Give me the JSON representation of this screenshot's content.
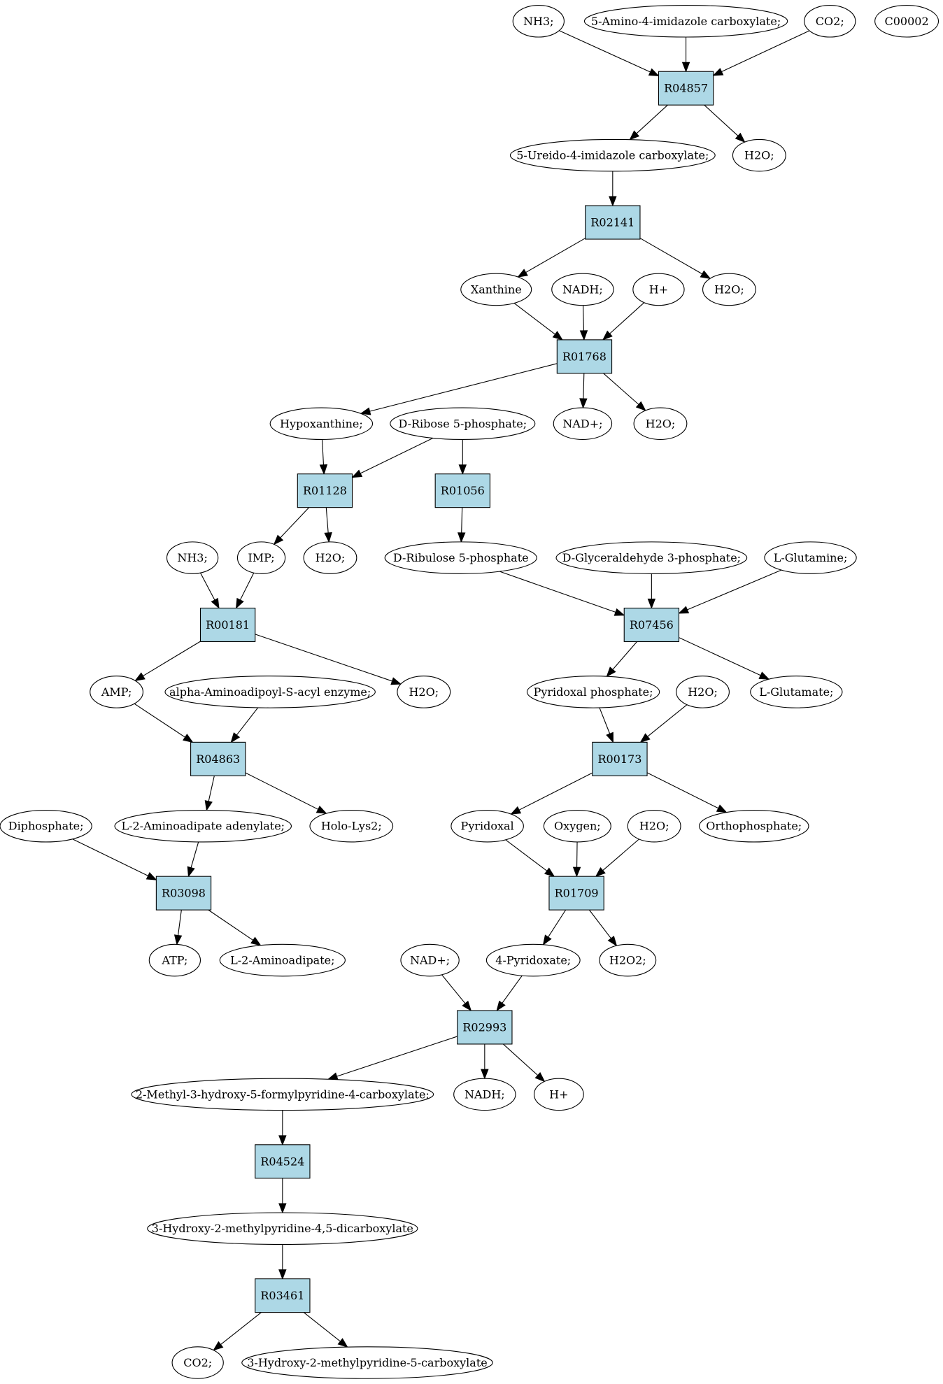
{
  "colors": {
    "reaction": "#add8e6",
    "compound": "#ffffff",
    "source_compound": "#00ff00",
    "query_compound": "#ffff00"
  },
  "nodes": [
    {
      "id": "nh3_a",
      "kind": "compound",
      "label": "NH3;"
    },
    {
      "id": "amino_imid",
      "kind": "compound",
      "label": "5-Amino-4-imidazole carboxylate;"
    },
    {
      "id": "co2_a",
      "kind": "compound",
      "label": "CO2;"
    },
    {
      "id": "c00002",
      "kind": "compound",
      "label": "C00002",
      "color": "#ffff00"
    },
    {
      "id": "r04857",
      "kind": "reaction",
      "label": "R04857"
    },
    {
      "id": "ureido",
      "kind": "compound",
      "label": "5-Ureido-4-imidazole carboxylate;"
    },
    {
      "id": "h2o_a",
      "kind": "compound",
      "label": "H2O;"
    },
    {
      "id": "r02141",
      "kind": "reaction",
      "label": "R02141"
    },
    {
      "id": "xanthine",
      "kind": "compound",
      "label": "Xanthine"
    },
    {
      "id": "nadh_a",
      "kind": "compound",
      "label": "NADH;"
    },
    {
      "id": "hplus_a",
      "kind": "compound",
      "label": "H+"
    },
    {
      "id": "h2o_b",
      "kind": "compound",
      "label": "H2O;"
    },
    {
      "id": "r01768",
      "kind": "reaction",
      "label": "R01768"
    },
    {
      "id": "hypox",
      "kind": "compound",
      "label": "Hypoxanthine;"
    },
    {
      "id": "dribose",
      "kind": "compound",
      "label": "D-Ribose 5-phosphate;",
      "color": "#00ff00"
    },
    {
      "id": "nadplus_a",
      "kind": "compound",
      "label": "NAD+;"
    },
    {
      "id": "h2o_c",
      "kind": "compound",
      "label": "H2O;"
    },
    {
      "id": "r01128",
      "kind": "reaction",
      "label": "R01128"
    },
    {
      "id": "r01056",
      "kind": "reaction",
      "label": "R01056"
    },
    {
      "id": "nh3_b",
      "kind": "compound",
      "label": "NH3;"
    },
    {
      "id": "imp",
      "kind": "compound",
      "label": "IMP;"
    },
    {
      "id": "h2o_d",
      "kind": "compound",
      "label": "H2O;"
    },
    {
      "id": "dribulose",
      "kind": "compound",
      "label": "D-Ribulose 5-phosphate"
    },
    {
      "id": "dglyc",
      "kind": "compound",
      "label": "D-Glyceraldehyde 3-phosphate;"
    },
    {
      "id": "lglutamine",
      "kind": "compound",
      "label": "L-Glutamine;"
    },
    {
      "id": "r00181",
      "kind": "reaction",
      "label": "R00181"
    },
    {
      "id": "r07456",
      "kind": "reaction",
      "label": "R07456"
    },
    {
      "id": "amp",
      "kind": "compound",
      "label": "AMP;"
    },
    {
      "id": "alpha_amino",
      "kind": "compound",
      "label": "alpha-Aminoadipoyl-S-acyl enzyme;"
    },
    {
      "id": "h2o_e",
      "kind": "compound",
      "label": "H2O;"
    },
    {
      "id": "pyridoxal_p",
      "kind": "compound",
      "label": "Pyridoxal phosphate;"
    },
    {
      "id": "h2o_f",
      "kind": "compound",
      "label": "H2O;"
    },
    {
      "id": "lglutamate",
      "kind": "compound",
      "label": "L-Glutamate;"
    },
    {
      "id": "r04863",
      "kind": "reaction",
      "label": "R04863"
    },
    {
      "id": "r00173",
      "kind": "reaction",
      "label": "R00173"
    },
    {
      "id": "diphosphate",
      "kind": "compound",
      "label": "Diphosphate;"
    },
    {
      "id": "l2aa_aden",
      "kind": "compound",
      "label": "L-2-Aminoadipate adenylate;"
    },
    {
      "id": "hololys2",
      "kind": "compound",
      "label": "Holo-Lys2;"
    },
    {
      "id": "pyridoxal",
      "kind": "compound",
      "label": "Pyridoxal"
    },
    {
      "id": "oxygen",
      "kind": "compound",
      "label": "Oxygen;"
    },
    {
      "id": "h2o_g",
      "kind": "compound",
      "label": "H2O;"
    },
    {
      "id": "orthophos",
      "kind": "compound",
      "label": "Orthophosphate;"
    },
    {
      "id": "r03098",
      "kind": "reaction",
      "label": "R03098"
    },
    {
      "id": "r01709",
      "kind": "reaction",
      "label": "R01709"
    },
    {
      "id": "atp",
      "kind": "compound",
      "label": "ATP;"
    },
    {
      "id": "l2aa",
      "kind": "compound",
      "label": "L-2-Aminoadipate;"
    },
    {
      "id": "nadplus_b",
      "kind": "compound",
      "label": "NAD+;"
    },
    {
      "id": "pyridoxate",
      "kind": "compound",
      "label": "4-Pyridoxate;"
    },
    {
      "id": "h2o2",
      "kind": "compound",
      "label": "H2O2;"
    },
    {
      "id": "r02993",
      "kind": "reaction",
      "label": "R02993"
    },
    {
      "id": "methyl_formyl",
      "kind": "compound",
      "label": "2-Methyl-3-hydroxy-5-formylpyridine-4-carboxylate;"
    },
    {
      "id": "nadh_b",
      "kind": "compound",
      "label": "NADH;"
    },
    {
      "id": "hplus_b",
      "kind": "compound",
      "label": "H+"
    },
    {
      "id": "r04524",
      "kind": "reaction",
      "label": "R04524"
    },
    {
      "id": "hydroxy_dicarb",
      "kind": "compound",
      "label": "3-Hydroxy-2-methylpyridine-4,5-dicarboxylate"
    },
    {
      "id": "r03461",
      "kind": "reaction",
      "label": "R03461"
    },
    {
      "id": "co2_b",
      "kind": "compound",
      "label": "CO2;"
    },
    {
      "id": "hydroxy_carb",
      "kind": "compound",
      "label": "3-Hydroxy-2-methylpyridine-5-carboxylate"
    }
  ],
  "edges": [
    [
      "nh3_a",
      "r04857"
    ],
    [
      "amino_imid",
      "r04857"
    ],
    [
      "co2_a",
      "r04857"
    ],
    [
      "r04857",
      "ureido"
    ],
    [
      "r04857",
      "h2o_a"
    ],
    [
      "ureido",
      "r02141"
    ],
    [
      "r02141",
      "xanthine"
    ],
    [
      "r02141",
      "h2o_b"
    ],
    [
      "xanthine",
      "r01768"
    ],
    [
      "nadh_a",
      "r01768"
    ],
    [
      "hplus_a",
      "r01768"
    ],
    [
      "r01768",
      "hypox"
    ],
    [
      "r01768",
      "nadplus_a"
    ],
    [
      "r01768",
      "h2o_c"
    ],
    [
      "hypox",
      "r01128"
    ],
    [
      "dribose",
      "r01128"
    ],
    [
      "dribose",
      "r01056"
    ],
    [
      "r01128",
      "imp"
    ],
    [
      "r01128",
      "h2o_d"
    ],
    [
      "r01056",
      "dribulose"
    ],
    [
      "nh3_b",
      "r00181"
    ],
    [
      "imp",
      "r00181"
    ],
    [
      "dribulose",
      "r07456"
    ],
    [
      "dglyc",
      "r07456"
    ],
    [
      "lglutamine",
      "r07456"
    ],
    [
      "r00181",
      "amp"
    ],
    [
      "r00181",
      "h2o_e"
    ],
    [
      "r07456",
      "pyridoxal_p"
    ],
    [
      "r07456",
      "lglutamate"
    ],
    [
      "amp",
      "r04863"
    ],
    [
      "alpha_amino",
      "r04863"
    ],
    [
      "pyridoxal_p",
      "r00173"
    ],
    [
      "h2o_f",
      "r00173"
    ],
    [
      "r04863",
      "l2aa_aden"
    ],
    [
      "r04863",
      "hololys2"
    ],
    [
      "r00173",
      "pyridoxal"
    ],
    [
      "r00173",
      "orthophos"
    ],
    [
      "diphosphate",
      "r03098"
    ],
    [
      "l2aa_aden",
      "r03098"
    ],
    [
      "pyridoxal",
      "r01709"
    ],
    [
      "oxygen",
      "r01709"
    ],
    [
      "h2o_g",
      "r01709"
    ],
    [
      "r03098",
      "atp"
    ],
    [
      "r03098",
      "l2aa"
    ],
    [
      "r01709",
      "pyridoxate"
    ],
    [
      "r01709",
      "h2o2"
    ],
    [
      "nadplus_b",
      "r02993"
    ],
    [
      "pyridoxate",
      "r02993"
    ],
    [
      "r02993",
      "methyl_formyl"
    ],
    [
      "r02993",
      "nadh_b"
    ],
    [
      "r02993",
      "hplus_b"
    ],
    [
      "methyl_formyl",
      "r04524"
    ],
    [
      "r04524",
      "hydroxy_dicarb"
    ],
    [
      "hydroxy_dicarb",
      "r03461"
    ],
    [
      "r03461",
      "co2_b"
    ],
    [
      "r03461",
      "hydroxy_carb"
    ]
  ]
}
